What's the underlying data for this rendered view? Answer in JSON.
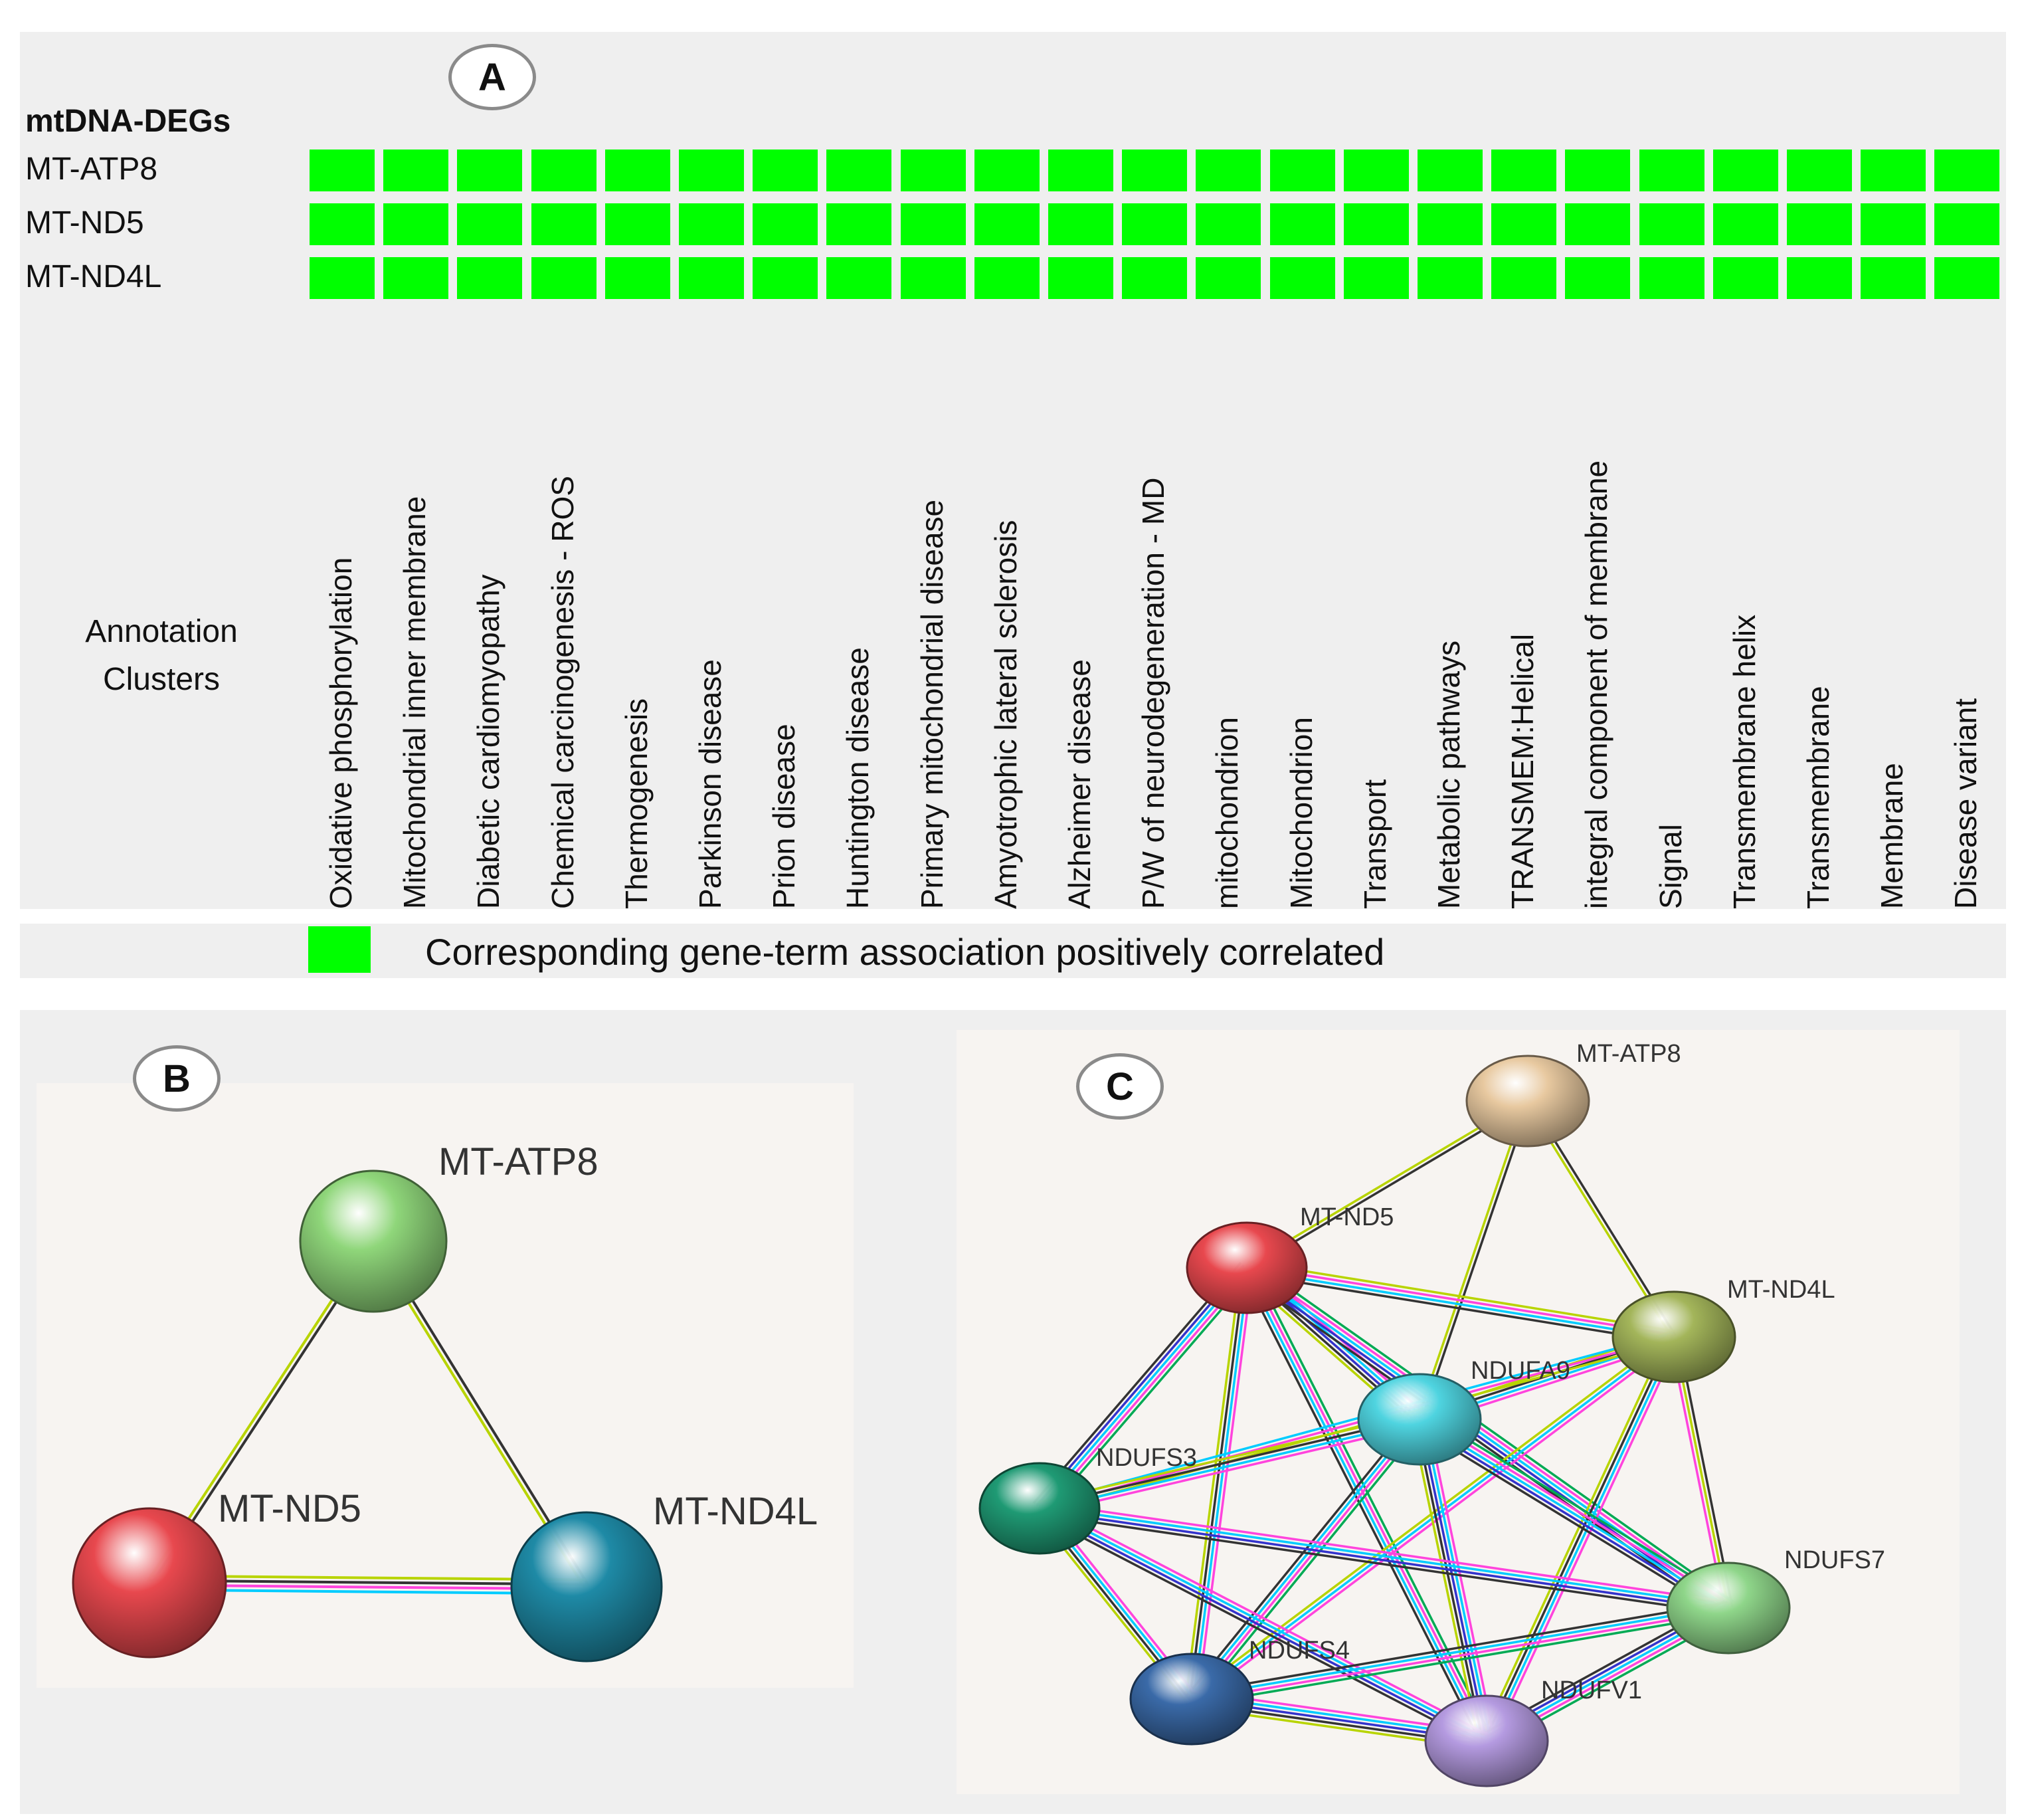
{
  "panel_a": {
    "badge": "A",
    "title": "mtDNA-DEGs",
    "genes": [
      "MT-ATP8",
      "MT-ND5",
      "MT-ND4L"
    ],
    "cluster_label_line1": "Annotation",
    "cluster_label_line2": "Clusters",
    "terms": [
      "Oxidative phosphorylation",
      "Mitochondrial inner membrane",
      "Diabetic cardiomyopathy",
      "Chemical carcinogenesis - ROS",
      "Thermogenesis",
      "Parkinson disease",
      "Prion disease",
      "Huntington disease",
      "Primary mitochondrial disease",
      "Amyotrophic lateral sclerosis",
      "Alzheimer disease",
      "P/W of neurodegeneration - MD",
      "mitochondrion",
      "Mitochondrion",
      "Transport",
      "Metabolic pathways",
      "TRANSMEM:Helical",
      "integral component of membrane",
      "Signal",
      "Transmembrane helix",
      "Transmembrane",
      "Membrane",
      "Disease variant"
    ],
    "association_color": "#00ff00",
    "legend_text": "Corresponding gene-term association positively correlated"
  },
  "panel_b": {
    "badge": "B",
    "nodes": [
      {
        "id": "MT-ATP8",
        "label": "MT-ATP8",
        "color": "#8fd67a"
      },
      {
        "id": "MT-ND5",
        "label": "MT-ND5",
        "color": "#e8484e"
      },
      {
        "id": "MT-ND4L",
        "label": "MT-ND4L",
        "color": "#1e8aa6"
      }
    ],
    "edges": [
      {
        "source": "MT-ATP8",
        "target": "MT-ND5",
        "colors": [
          "#333333",
          "#b8d400"
        ]
      },
      {
        "source": "MT-ATP8",
        "target": "MT-ND4L",
        "colors": [
          "#333333",
          "#b8d400"
        ]
      },
      {
        "source": "MT-ND5",
        "target": "MT-ND4L",
        "colors": [
          "#b8d400",
          "#333333",
          "#ff44dd",
          "#00ccff"
        ]
      }
    ]
  },
  "panel_c": {
    "badge": "C",
    "nodes": [
      {
        "id": "MT-ATP8",
        "label": "MT-ATP8",
        "color": "#e8c9a0"
      },
      {
        "id": "MT-ND5",
        "label": "MT-ND5",
        "color": "#e8484e"
      },
      {
        "id": "MT-ND4L",
        "label": "MT-ND4L",
        "color": "#a3b55a"
      },
      {
        "id": "NDUFA9",
        "label": "NDUFA9",
        "color": "#4fd4e0"
      },
      {
        "id": "NDUFS3",
        "label": "NDUFS3",
        "color": "#1f9a74"
      },
      {
        "id": "NDUFS7",
        "label": "NDUFS7",
        "color": "#8fd68a"
      },
      {
        "id": "NDUFS4",
        "label": "NDUFS4",
        "color": "#3a6aa8"
      },
      {
        "id": "NDUFV1",
        "label": "NDUFV1",
        "color": "#b49ae0"
      }
    ],
    "edges": [
      {
        "source": "MT-ATP8",
        "target": "MT-ND5",
        "colors": [
          "#333333",
          "#b8d400"
        ]
      },
      {
        "source": "MT-ATP8",
        "target": "MT-ND4L",
        "colors": [
          "#333333",
          "#b8d400"
        ]
      },
      {
        "source": "MT-ATP8",
        "target": "NDUFA9",
        "colors": [
          "#333333",
          "#b8d400"
        ]
      },
      {
        "source": "MT-ND5",
        "target": "MT-ND4L",
        "colors": [
          "#b8d400",
          "#ff44dd",
          "#00ccff",
          "#333333"
        ]
      },
      {
        "source": "MT-ND5",
        "target": "NDUFA9",
        "colors": [
          "#ff44dd",
          "#00ccff",
          "#3333cc",
          "#333333",
          "#b8d400"
        ]
      },
      {
        "source": "MT-ND5",
        "target": "NDUFS3",
        "colors": [
          "#00aa55",
          "#ff44dd",
          "#00ccff",
          "#3333cc",
          "#333333"
        ]
      },
      {
        "source": "MT-ND5",
        "target": "NDUFS7",
        "colors": [
          "#00aa55",
          "#ff44dd",
          "#00ccff",
          "#3333cc",
          "#333333"
        ]
      },
      {
        "source": "MT-ND5",
        "target": "NDUFS4",
        "colors": [
          "#ff44dd",
          "#00ccff",
          "#333333",
          "#b8d400"
        ]
      },
      {
        "source": "MT-ND5",
        "target": "NDUFV1",
        "colors": [
          "#00aa55",
          "#ff44dd",
          "#00ccff",
          "#333333"
        ]
      },
      {
        "source": "MT-ND4L",
        "target": "NDUFA9",
        "colors": [
          "#ff44dd",
          "#00ccff",
          "#333333",
          "#b8d400"
        ]
      },
      {
        "source": "MT-ND4L",
        "target": "NDUFS3",
        "colors": [
          "#b8d400",
          "#ff44dd",
          "#00ccff"
        ]
      },
      {
        "source": "MT-ND4L",
        "target": "NDUFS7",
        "colors": [
          "#333333",
          "#b8d400",
          "#ff44dd"
        ]
      },
      {
        "source": "MT-ND4L",
        "target": "NDUFS4",
        "colors": [
          "#ff44dd",
          "#00ccff",
          "#b8d400"
        ]
      },
      {
        "source": "MT-ND4L",
        "target": "NDUFV1",
        "colors": [
          "#ff44dd",
          "#00ccff",
          "#333333",
          "#b8d400"
        ]
      },
      {
        "source": "NDUFA9",
        "target": "NDUFS3",
        "colors": [
          "#ff44dd",
          "#00ccff",
          "#333333",
          "#b8d400"
        ]
      },
      {
        "source": "NDUFA9",
        "target": "NDUFS7",
        "colors": [
          "#00aa55",
          "#ff44dd",
          "#00ccff",
          "#3333cc",
          "#333333"
        ]
      },
      {
        "source": "NDUFA9",
        "target": "NDUFS4",
        "colors": [
          "#00aa55",
          "#ff44dd",
          "#00ccff",
          "#333333"
        ]
      },
      {
        "source": "NDUFA9",
        "target": "NDUFV1",
        "colors": [
          "#ff44dd",
          "#00ccff",
          "#3333cc",
          "#333333",
          "#b8d400"
        ]
      },
      {
        "source": "NDUFS3",
        "target": "NDUFS7",
        "colors": [
          "#ff44dd",
          "#00ccff",
          "#3333cc",
          "#333333"
        ]
      },
      {
        "source": "NDUFS3",
        "target": "NDUFS4",
        "colors": [
          "#ff44dd",
          "#00ccff",
          "#333333",
          "#b8d400"
        ]
      },
      {
        "source": "NDUFS3",
        "target": "NDUFV1",
        "colors": [
          "#ff44dd",
          "#00ccff",
          "#3333cc",
          "#333333"
        ]
      },
      {
        "source": "NDUFS7",
        "target": "NDUFS4",
        "colors": [
          "#00aa55",
          "#ff44dd",
          "#00ccff",
          "#333333"
        ]
      },
      {
        "source": "NDUFS7",
        "target": "NDUFV1",
        "colors": [
          "#00aa55",
          "#ff44dd",
          "#00ccff",
          "#3333cc",
          "#333333"
        ]
      },
      {
        "source": "NDUFS4",
        "target": "NDUFV1",
        "colors": [
          "#ff44dd",
          "#00ccff",
          "#3333cc",
          "#333333",
          "#b8d400"
        ]
      }
    ]
  }
}
